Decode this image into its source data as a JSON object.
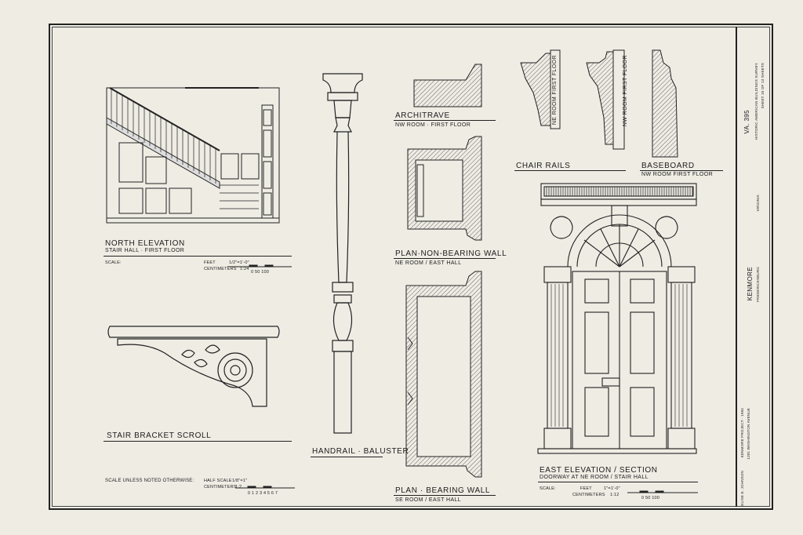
{
  "drawings": {
    "north_elevation": {
      "title": "NORTH ELEVATION",
      "subtitle": "STAIR HALL · FIRST FLOOR"
    },
    "stair_bracket": {
      "title": "STAIR BRACKET SCROLL"
    },
    "baluster": {
      "title": "HANDRAIL · BALUSTER"
    },
    "architrave": {
      "title": "ARCHITRAVE",
      "subtitle": "NW ROOM · FIRST FLOOR"
    },
    "plan_non_bearing": {
      "title": "PLAN·NON-BEARING WALL",
      "subtitle": "NE ROOM / EAST HALL"
    },
    "plan_bearing": {
      "title": "PLAN · BEARING WALL",
      "subtitle": "SE ROOM / EAST HALL"
    },
    "chair_rails": {
      "title": "CHAIR RAILS",
      "label_ne": "NE ROOM FIRST FLOOR",
      "label_nw": "NW ROOM FIRST FLOOR"
    },
    "baseboard": {
      "title": "BASEBOARD",
      "subtitle": "NW ROOM FIRST FLOOR"
    },
    "east_elevation": {
      "title": "EAST ELEVATION / SECTION",
      "subtitle": "DOORWAY AT NE ROOM / STAIR HALL"
    }
  },
  "scales": {
    "north": {
      "label": "SCALE:",
      "feet": "FEET",
      "ratio_ft": "1/2\"=1'-0\"",
      "centimeters": "CENTIMETERS",
      "ratio_cm": "1:24",
      "marks": "0  50  100"
    },
    "general": {
      "label": "SCALE UNLESS NOTED OTHERWISE:",
      "half": "HALF SCALE",
      "ratio_ft": "1/8\"=1\"",
      "centimeters": "CENTIMETERS",
      "ratio_cm": "1:2",
      "marks": "0 1 2 3 4 5 6 7"
    },
    "east": {
      "label": "SCALE:",
      "feet": "FEET",
      "ratio_ft": "1\"=1'-0\"",
      "centimeters": "CENTIMETERS",
      "ratio_cm": "1:12",
      "marks": "0  50  100"
    }
  },
  "title_block": {
    "name": "KENMORE",
    "city": "FREDERICKSBURG",
    "address": "1201 WASHINGTON AVENUE",
    "project": "KENMORE PROJECT · 1984",
    "delineator": "ELISE E. JOHNSON",
    "state": "VIRGINIA",
    "survey": "HISTORIC AMERICAN BUILDINGS SURVEY",
    "sheet": "SHEET 10 OF 13 SHEETS",
    "survey_no": "VA. 395"
  },
  "colors": {
    "paper": "#efece4",
    "ink": "#1c1c1c",
    "hatch": "#555555"
  }
}
